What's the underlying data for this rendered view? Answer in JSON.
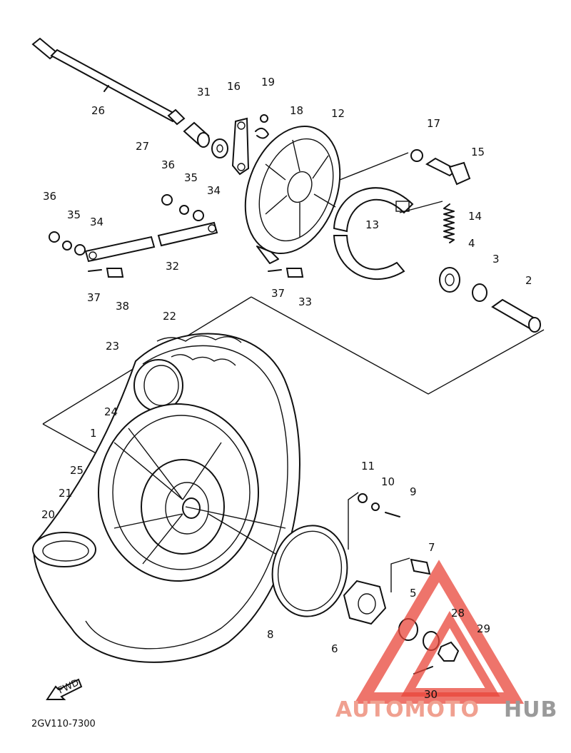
{
  "diagram_code": "2GV110-7300",
  "fwd_label": "FWD",
  "watermark": {
    "part1": "AUTOMOTO",
    "part2": "HUB",
    "color_main": "#f0a090",
    "color_accent": "#9a9a9a",
    "triangle_color": "#e8463a"
  },
  "callouts": [
    {
      "id": "c1",
      "text": "1"
    },
    {
      "id": "c2",
      "text": "2"
    },
    {
      "id": "c3",
      "text": "3"
    },
    {
      "id": "c4",
      "text": "4"
    },
    {
      "id": "c5",
      "text": "5"
    },
    {
      "id": "c6",
      "text": "6"
    },
    {
      "id": "c7",
      "text": "7"
    },
    {
      "id": "c8",
      "text": "8"
    },
    {
      "id": "c9",
      "text": "9"
    },
    {
      "id": "c10",
      "text": "10"
    },
    {
      "id": "c11",
      "text": "11"
    },
    {
      "id": "c12",
      "text": "12"
    },
    {
      "id": "c13",
      "text": "13"
    },
    {
      "id": "c14",
      "text": "14"
    },
    {
      "id": "c15",
      "text": "15"
    },
    {
      "id": "c16",
      "text": "16"
    },
    {
      "id": "c17",
      "text": "17"
    },
    {
      "id": "c18",
      "text": "18"
    },
    {
      "id": "c19",
      "text": "19"
    },
    {
      "id": "c20",
      "text": "20"
    },
    {
      "id": "c21",
      "text": "21"
    },
    {
      "id": "c22",
      "text": "22"
    },
    {
      "id": "c23",
      "text": "23"
    },
    {
      "id": "c24",
      "text": "24"
    },
    {
      "id": "c25",
      "text": "25"
    },
    {
      "id": "c26",
      "text": "26"
    },
    {
      "id": "c27",
      "text": "27"
    },
    {
      "id": "c28",
      "text": "28"
    },
    {
      "id": "c29",
      "text": "29"
    },
    {
      "id": "c30",
      "text": "30"
    },
    {
      "id": "c31",
      "text": "31"
    },
    {
      "id": "c32",
      "text": "32"
    },
    {
      "id": "c33",
      "text": "33"
    },
    {
      "id": "c34a",
      "text": "34"
    },
    {
      "id": "c34b",
      "text": "34"
    },
    {
      "id": "c35a",
      "text": "35"
    },
    {
      "id": "c35b",
      "text": "35"
    },
    {
      "id": "c36a",
      "text": "36"
    },
    {
      "id": "c36b",
      "text": "36"
    },
    {
      "id": "c37a",
      "text": "37"
    },
    {
      "id": "c37b",
      "text": "37"
    },
    {
      "id": "c38",
      "text": "38"
    }
  ]
}
